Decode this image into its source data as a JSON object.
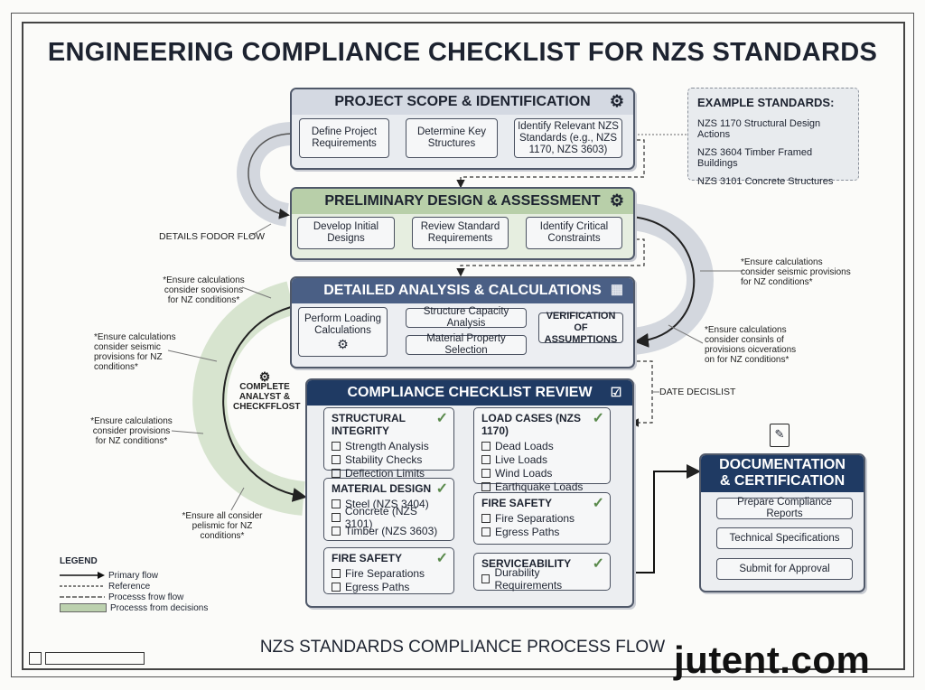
{
  "title": "ENGINEERING COMPLIANCE CHECKLIST FOR NZS STANDARDS",
  "stage1": {
    "title": "PROJECT SCOPE & IDENTIFICATION",
    "boxes": [
      "Define Project Requirements",
      "Determine Key Structures",
      "Identify Relevant NZS Standards (e.g., NZS 1170, NZS 3603)"
    ]
  },
  "examples": {
    "title": "EXAMPLE STANDARDS:",
    "items": [
      "NZS 1170 Structural Design Actions",
      "NZS 3604 Timber Framed Buildings",
      "NZS 3101 Concrete Structures"
    ]
  },
  "stage2": {
    "title": "PRELIMINARY DESIGN & ASSESSMENT",
    "boxes": [
      "Develop Initial Designs",
      "Review Standard Requirements",
      "Identify Critical Constraints"
    ]
  },
  "stage3": {
    "title": "DETAILED ANALYSIS & CALCULATIONS",
    "box1": "Perform Loading Calculations",
    "box2": "Structure Capacity Analysis",
    "box3": "Material Property Selection",
    "box4": "VERIFICATION OF ASSUMPTIONS"
  },
  "stage4": {
    "title": "COMPLIANCE CHECKLIST REVIEW",
    "panels": [
      {
        "title": "STRUCTURAL INTEGRITY",
        "items": [
          "Strength Analysis",
          "Stability Checks",
          "Deflection Limits"
        ]
      },
      {
        "title": "MATERIAL DESIGN",
        "items": [
          "Steel (NZS 3404)",
          "Concrete (NZS 3101)",
          "Timber (NZS 3603)"
        ]
      },
      {
        "title": "FIRE SAFETY",
        "items": [
          "Fire Separations",
          "Egress Paths"
        ]
      },
      {
        "title": "LOAD CASES (NZS 1170)",
        "items": [
          "Dead Loads",
          "Live Loads",
          "Wind Loads",
          "Earthquake Loads"
        ]
      },
      {
        "title": "FIRE SAFETY",
        "items": [
          "Fire Separations",
          "Egress Paths"
        ]
      },
      {
        "title": "SERVICEABILITY",
        "items": [
          "Durability Requirements"
        ]
      }
    ]
  },
  "stage5": {
    "title_line1": "DOCUMENTATION",
    "title_line2": "& CERTIFICATION",
    "boxes": [
      "Prepare Compliance Reports",
      "Technical Specifications",
      "Submit for Approval"
    ]
  },
  "labels": {
    "details_flow": "DETAILS FODOR FLOW",
    "date_decislist": "DATE DECISLIST",
    "complete": "COMPLETE ANALYST & CHECKFFLOST"
  },
  "notes": {
    "n1": "*Ensure calculations consider soovisions for NZ conditions*",
    "n2": "*Ensure calculations consider seismic provisions for NZ conditions*",
    "n3": "*Ensure calculations consider provisions for NZ conditions*",
    "n4": "*Ensure all consider pelismic for NZ conditions*",
    "n5": "*Ensure calculations consider seismic provisions for NZ conditions*",
    "n6": "*Ensure calculations consider consinls of provisions oicverations on for NZ conditions*"
  },
  "legend": {
    "title": "LEGEND",
    "items": [
      "Primary flow",
      "Reference",
      "Processs frow flow",
      "Processs from decisions"
    ]
  },
  "footer": "NZS STANDARDS COMPLIANCE PROCESS FLOW",
  "watermark": "jutent.com",
  "colors": {
    "stage1_header": "#d4d9e2",
    "stage2_header": "#b8cfa9",
    "stage3_header": "#4a5f85",
    "stage4_header": "#1f3a63",
    "stage5_header": "#1f3a63",
    "green_flow": "#d7e4cf",
    "grey_flow": "#d3d7de"
  }
}
